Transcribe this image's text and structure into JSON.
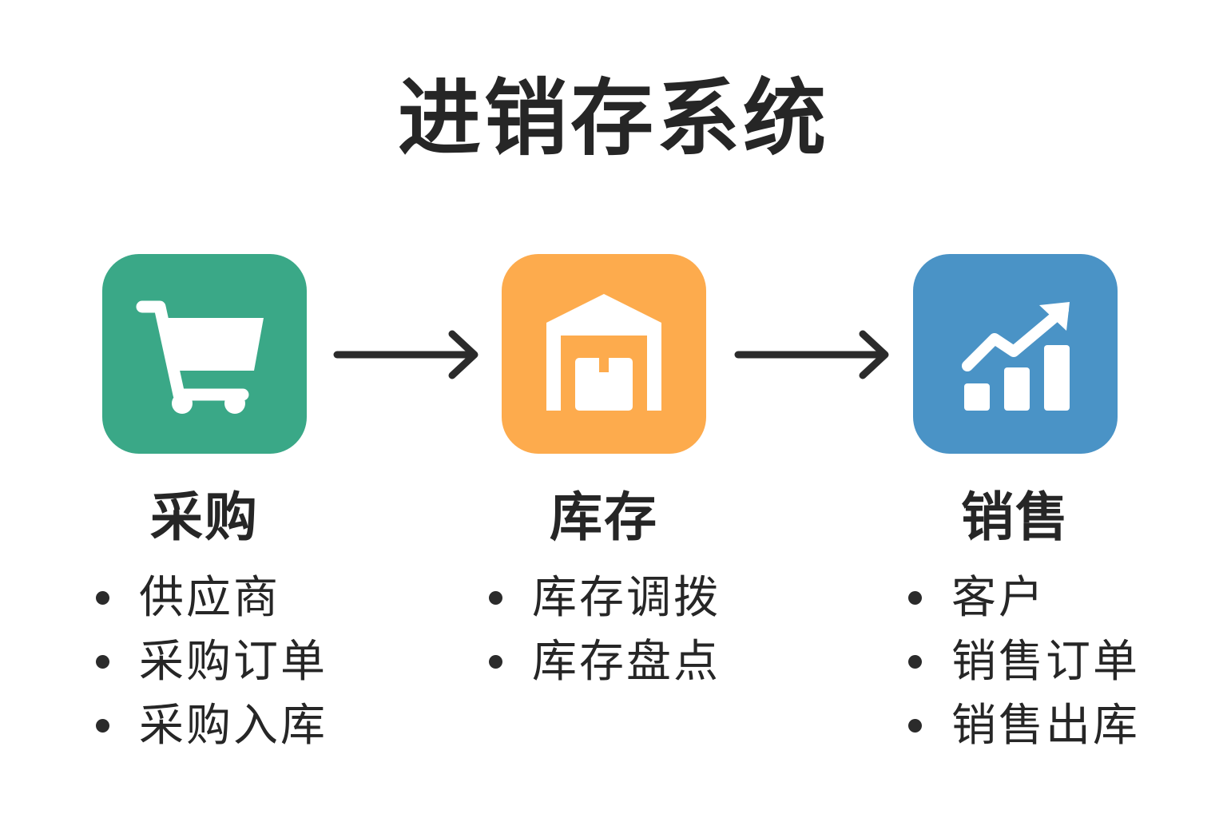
{
  "title": "进销存系统",
  "colors": {
    "purchase": "#3aa887",
    "inventory": "#fdab4d",
    "sales": "#4a93c6",
    "text": "#262626"
  },
  "modules": [
    {
      "title": "采购",
      "icon": "shopping-cart-icon",
      "items": [
        "供应商",
        "采购订单",
        "采购入库"
      ]
    },
    {
      "title": "库存",
      "icon": "warehouse-icon",
      "items": [
        "库存调拨",
        "库存盘点"
      ]
    },
    {
      "title": "销售",
      "icon": "growth-chart-icon",
      "items": [
        "客户",
        "销售订单",
        "销售出库"
      ]
    }
  ]
}
